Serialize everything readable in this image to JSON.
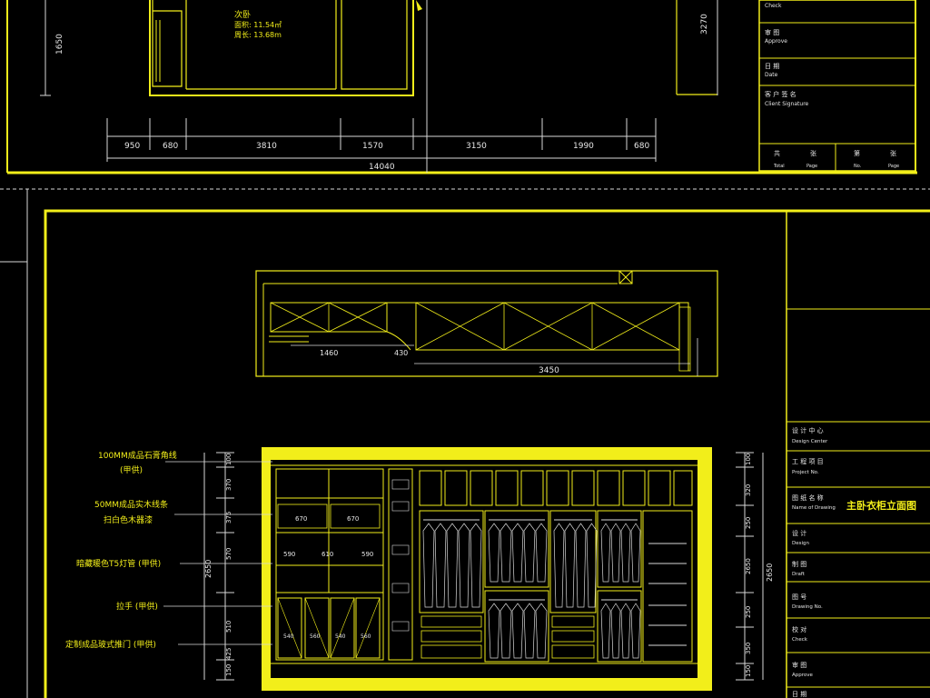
{
  "upper_plan": {
    "room_name": "次卧",
    "area_label": "面积: 11.54㎡",
    "perimeter_label": "周长: 13.68m",
    "dim_1650": "1650",
    "dim_3270": "3270",
    "dim_row": [
      "950",
      "680",
      "3810",
      "1570",
      "3150",
      "1990",
      "680"
    ],
    "dim_total": "14040"
  },
  "upper_title_block": {
    "check_cn": "Check",
    "approve_cn": "审 图",
    "approve_en": "Approve",
    "date_cn": "日 期",
    "date_en": "Date",
    "client_cn": "客 户 签 名",
    "client_en": "Client Signature",
    "total_cn": "共",
    "total_en": "Total",
    "page_cn1": "张",
    "page_en1": "Page",
    "no_cn": "第",
    "no_en": "No.",
    "page_cn2": "张",
    "page_en2": "Page"
  },
  "top_view": {
    "dim_1460": "1460",
    "dim_430": "430",
    "dim_3450": "3450"
  },
  "elevation": {
    "labels": [
      "100MM成品石膏角线",
      "(甲供)",
      "50MM成品实木线条",
      "扫白色木器漆",
      "暗藏暖色T5灯管 (甲供)",
      "拉手 (甲供)",
      "定制成品玻式推门 (甲供)"
    ],
    "left_dims": [
      "100",
      "370",
      "375",
      "570",
      "510",
      "425",
      "150"
    ],
    "left_total": "2650",
    "right_dims": [
      "100",
      "320",
      "250",
      "2650",
      "250",
      "350",
      "150"
    ],
    "right_total": "2650",
    "inner_labels": [
      "670",
      "670",
      "590",
      "610",
      "590",
      "540",
      "560",
      "540",
      "560"
    ]
  },
  "lower_title_block": {
    "design_center_cn": "设 计 中 心",
    "design_center_en": "Design Center",
    "project_cn": "工 程 项 目",
    "project_en": "Project No.",
    "drawing_name_cn": "图 纸 名 称",
    "drawing_name_en": "Name of Drawing",
    "drawing_title": "主卧衣柜立面图",
    "design_cn": "设 计",
    "design_en": "Design",
    "draft_cn": "制 图",
    "draft_en": "Draft",
    "drawing_no_cn": "图 号",
    "drawing_no_en": "Drawing No.",
    "check_cn": "校 对",
    "check_en": "Check",
    "approve_cn": "审 图",
    "approve_en": "Approve",
    "date_cn": "日 期"
  },
  "colors": {
    "accent": "#f2ee1a",
    "secondary": "#d8d8d8",
    "background": "#000000"
  }
}
